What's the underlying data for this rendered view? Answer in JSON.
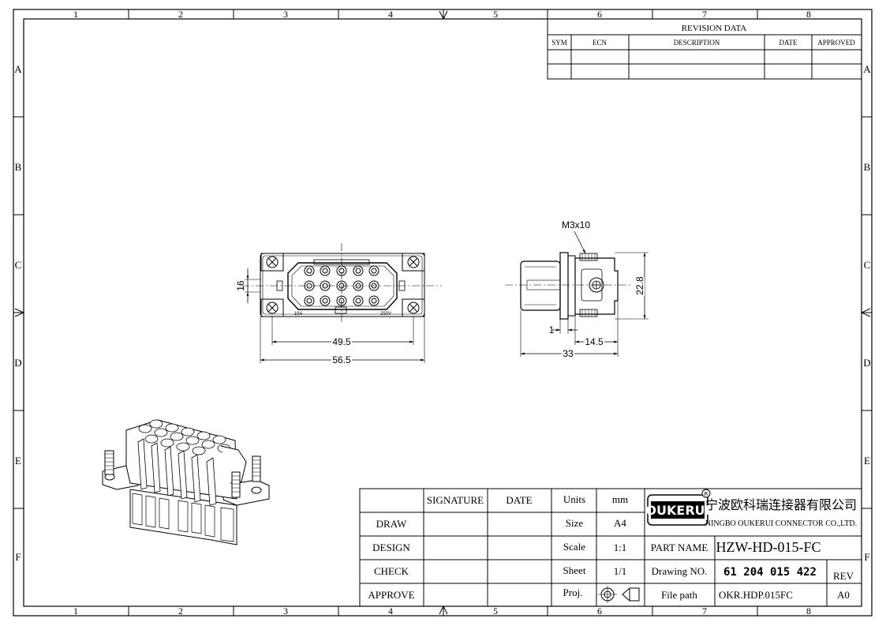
{
  "frame": {
    "col_labels": [
      "1",
      "2",
      "3",
      "4",
      "5",
      "6",
      "7",
      "8"
    ],
    "row_labels": [
      "A",
      "B",
      "C",
      "D",
      "E",
      "F"
    ]
  },
  "revision": {
    "title": "REVISION   DATA",
    "headers": [
      "SYM",
      "ECN",
      "DESCRIPTION",
      "DATE",
      "APPROVED"
    ]
  },
  "dimensions": {
    "d16": "16",
    "d49_5": "49.5",
    "d56_5": "56.5",
    "m3x10": "M3x10",
    "d22_8": "22.8",
    "d1": "1",
    "d14_5": "14.5",
    "d33": "33",
    "face_left": "10A",
    "face_right": "250V"
  },
  "title_block": {
    "signature_header": "SIGNATURE",
    "date_header": "DATE",
    "row_labels": [
      "DRAW",
      "DESIGN",
      "CHECK",
      "APPROVE"
    ],
    "units_label": "Units",
    "units_value": "mm",
    "size_label": "Size",
    "size_value": "A4",
    "scale_label": "Scale",
    "scale_value": "1:1",
    "sheet_label": "Sheet",
    "sheet_value": "1/1",
    "proj_label": "Proj.",
    "logo_text": "OUKERUI",
    "company_cn": "宁波欧科瑞连接器有限公司",
    "company_en": "NINGBO OUKERUI CONNECTOR CO.,LTD.",
    "part_name_label": "PART NAME",
    "part_name_value": "HZW-HD-015-FC",
    "drawing_no_label": "Drawing NO.",
    "drawing_no_value": "61 204 015 422",
    "rev_label": "REV",
    "file_path_label": "File path",
    "file_path_value": "OKR.HDP.015FC",
    "rev_value": "A0"
  }
}
